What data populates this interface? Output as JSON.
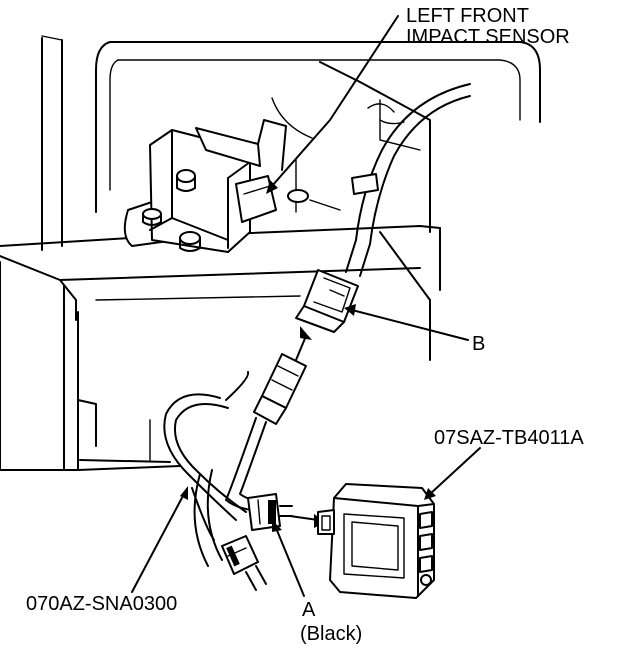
{
  "labels": {
    "sensor_line1": "LEFT FRONT",
    "sensor_line2": "IMPACT SENSOR",
    "connector_b": "B",
    "tool_box": "07SAZ-TB4011A",
    "harness": "070AZ-SNA0300",
    "connector_a": "A",
    "connector_a_note": "(Black)"
  },
  "colors": {
    "line": "#000000",
    "background": "#ffffff"
  }
}
